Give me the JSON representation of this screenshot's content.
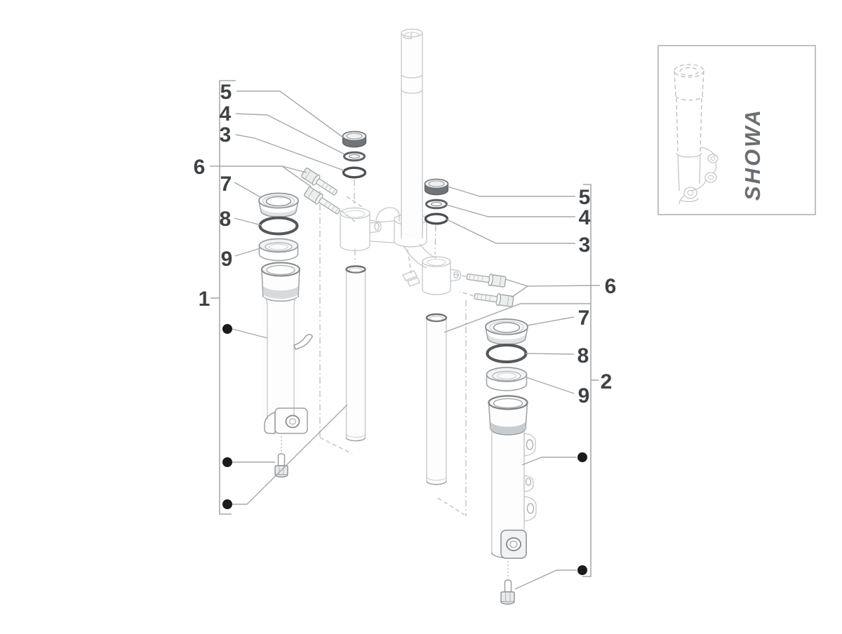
{
  "diagram": {
    "callouts_left": [
      "5",
      "4",
      "3",
      "6",
      "7",
      "8",
      "9"
    ],
    "assembly_left": "1",
    "callouts_right": [
      "5",
      "4",
      "3",
      "6",
      "7",
      "8",
      "9"
    ],
    "assembly_right": "2",
    "inset": {
      "brand": "SHOWA"
    },
    "colors": {
      "background": "#ffffff",
      "line_light": "#c3c6c8",
      "line_mid": "#9da0a2",
      "line_dark": "#55585b",
      "label": "#3f4244",
      "bullet": "#1b1b1b"
    }
  }
}
